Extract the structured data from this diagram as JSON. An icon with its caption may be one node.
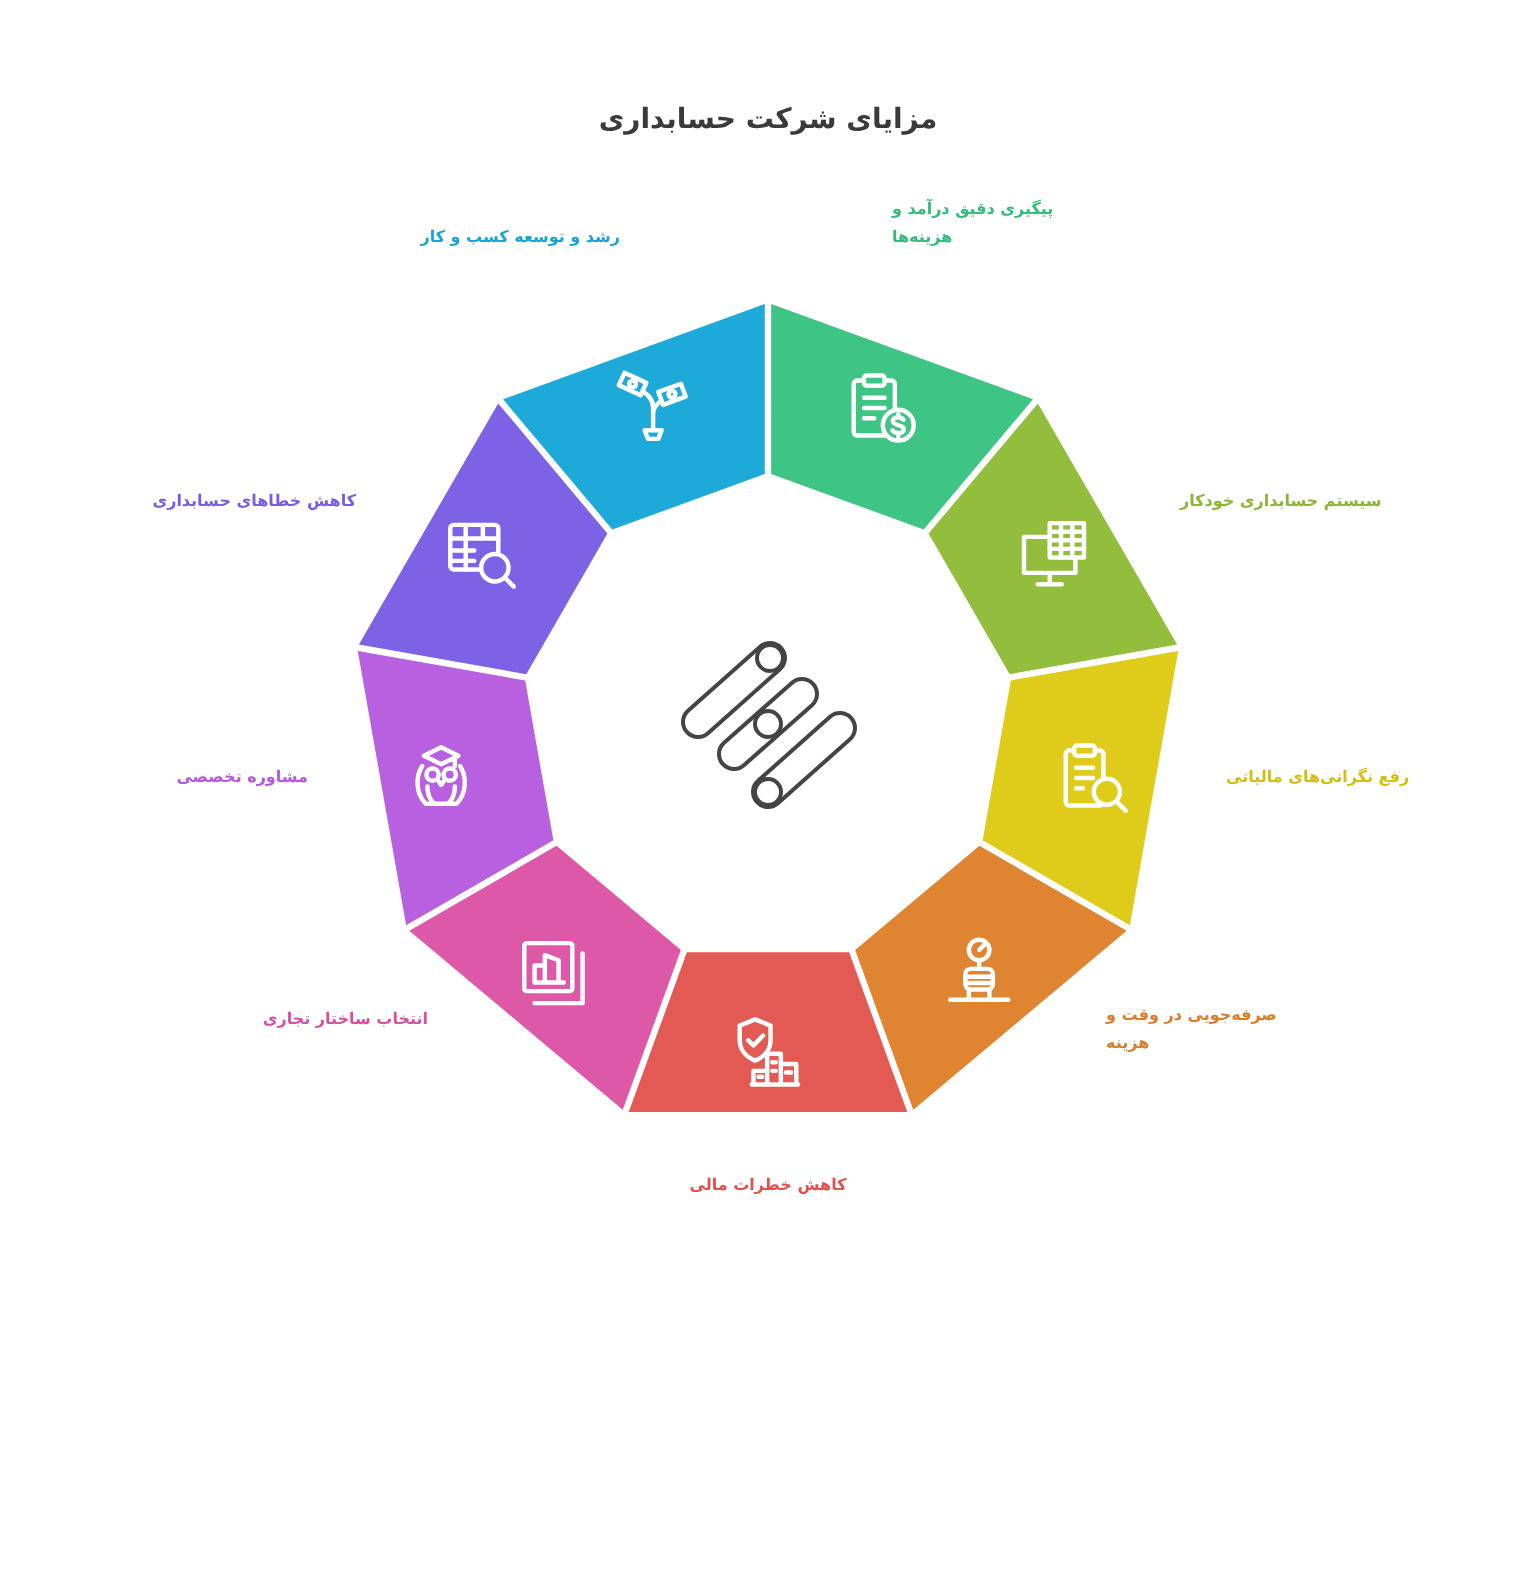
{
  "diagram": {
    "title": "مزایای شرکت حسابداری",
    "nodes": [
      {
        "text": [
          "پیگیری دقیق درآمد و هزینه‌ها"
        ]
      },
      {
        "text": [
          "سیستم حسابداری خودکار"
        ]
      },
      {
        "text": [
          "رفع نگرانی‌های مالیاتی"
        ]
      },
      {
        "text": [
          "صرفه‌جویی در وقت و هزینه"
        ]
      },
      {
        "text": [
          "کاهش خطرات مالی"
        ]
      },
      {
        "text": [
          "انتخاب ساختار تجاری"
        ]
      },
      {
        "text": [
          "مشاوره تخصصی"
        ]
      },
      {
        "text": [
          "کاهش خطاهای حسابداری"
        ]
      },
      {
        "text": [
          "رشد و توسعه کسب و کار"
        ]
      }
    ]
  }
}
